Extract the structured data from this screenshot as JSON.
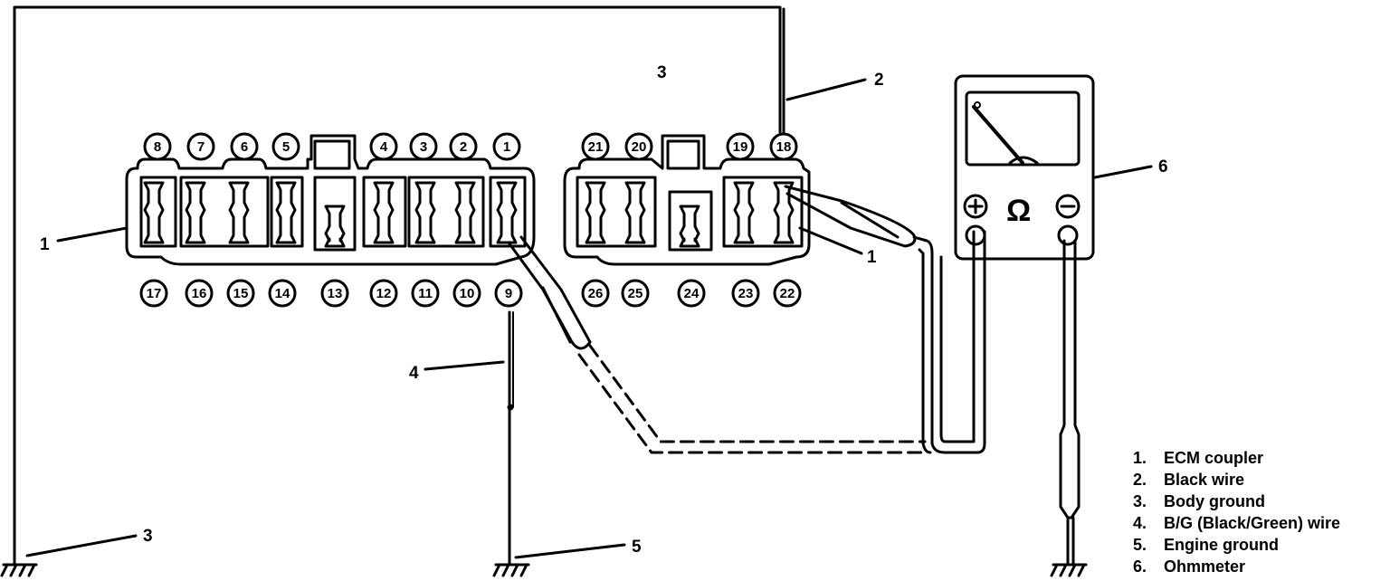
{
  "connector_a": {
    "top_pins": [
      "8",
      "7",
      "6",
      "5",
      "4",
      "3",
      "2",
      "1"
    ],
    "bottom_pins": [
      "17",
      "16",
      "15",
      "14",
      "13",
      "12",
      "11",
      "10",
      "9"
    ]
  },
  "connector_b": {
    "top_pins": [
      "21",
      "20",
      "19",
      "18"
    ],
    "bottom_pins": [
      "26",
      "25",
      "24",
      "23",
      "22"
    ]
  },
  "callouts": {
    "coupler_left": "1",
    "coupler_right": "1",
    "black_wire": "2",
    "body_ground_top": "3",
    "body_ground_bottom": "3",
    "bg_wire": "4",
    "engine_ground": "5",
    "ohmmeter": "6"
  },
  "meter": {
    "symbol": "Ω",
    "plus_icon": "plus-terminal-icon",
    "minus_icon": "minus-terminal-icon"
  },
  "legend": [
    {
      "num": "1.",
      "label": "ECM coupler"
    },
    {
      "num": "2.",
      "label": "Black wire"
    },
    {
      "num": "3.",
      "label": "Body ground"
    },
    {
      "num": "4.",
      "label": "B/G (Black/Green) wire"
    },
    {
      "num": "5.",
      "label": "Engine ground"
    },
    {
      "num": "6.",
      "label": "Ohmmeter"
    }
  ]
}
